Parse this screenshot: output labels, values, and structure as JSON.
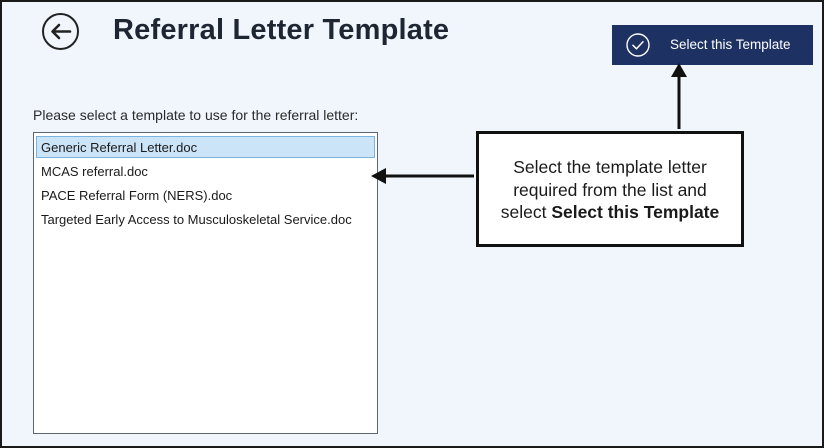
{
  "header": {
    "title": "Referral Letter Template",
    "back_icon": "arrow-left-circle-icon",
    "select_button_label": "Select this Template",
    "select_button_icon": "check-circle-icon"
  },
  "prompt_label": "Please select a template to use for the referral letter:",
  "templates": [
    {
      "label": "Generic Referral Letter.doc",
      "selected": true
    },
    {
      "label": "MCAS referral.doc",
      "selected": false
    },
    {
      "label": "PACE Referral Form (NERS).doc",
      "selected": false
    },
    {
      "label": "Targeted Early Access to Musculoskeletal Service.doc",
      "selected": false
    }
  ],
  "callout": {
    "line1": "Select the template letter",
    "line2": "required from the list and",
    "line3_prefix": "select ",
    "line3_bold": "Select this Template"
  },
  "colors": {
    "background": "#f1f6fd",
    "button_bg": "#1e3163",
    "selected_row": "#cce4f7"
  }
}
